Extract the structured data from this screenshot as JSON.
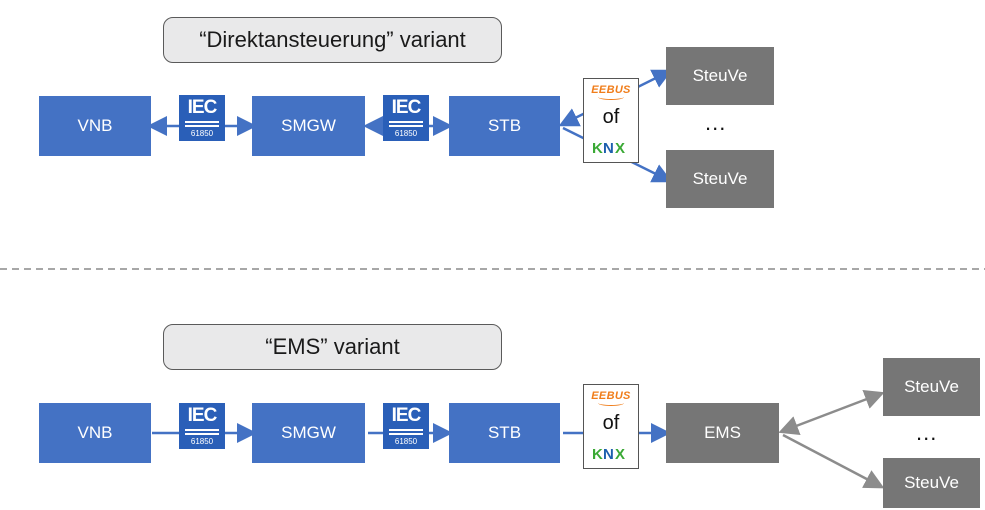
{
  "top_variant": {
    "title": "“Direktansteuerung” variant",
    "nodes": {
      "vnb": "VNB",
      "smgw": "SMGW",
      "stb": "STB"
    },
    "iec": {
      "label": "IEC",
      "number": "61850"
    },
    "protocol": {
      "eebus": "EEBUS",
      "connector": "of",
      "knx": "KNX"
    },
    "devices": [
      "SteuVe",
      "SteuVe"
    ],
    "ellipsis": "..."
  },
  "bottom_variant": {
    "title": "“EMS” variant",
    "nodes": {
      "vnb": "VNB",
      "smgw": "SMGW",
      "stb": "STB",
      "ems": "EMS"
    },
    "iec": {
      "label": "IEC",
      "number": "61850"
    },
    "protocol": {
      "eebus": "EEBUS",
      "connector": "of",
      "knx": "KNX"
    },
    "devices": [
      "SteuVe",
      "SteuVe"
    ],
    "ellipsis": "..."
  },
  "colors": {
    "node_blue": "#4472c4",
    "node_gray": "#767676",
    "arrow_blue": "#4472c4",
    "arrow_gray": "#8c8c8c",
    "eebus_orange": "#f07d1a",
    "knx_green": "#3aa935",
    "knx_blue": "#1d5fae",
    "label_bg": "#e9e9ea"
  }
}
